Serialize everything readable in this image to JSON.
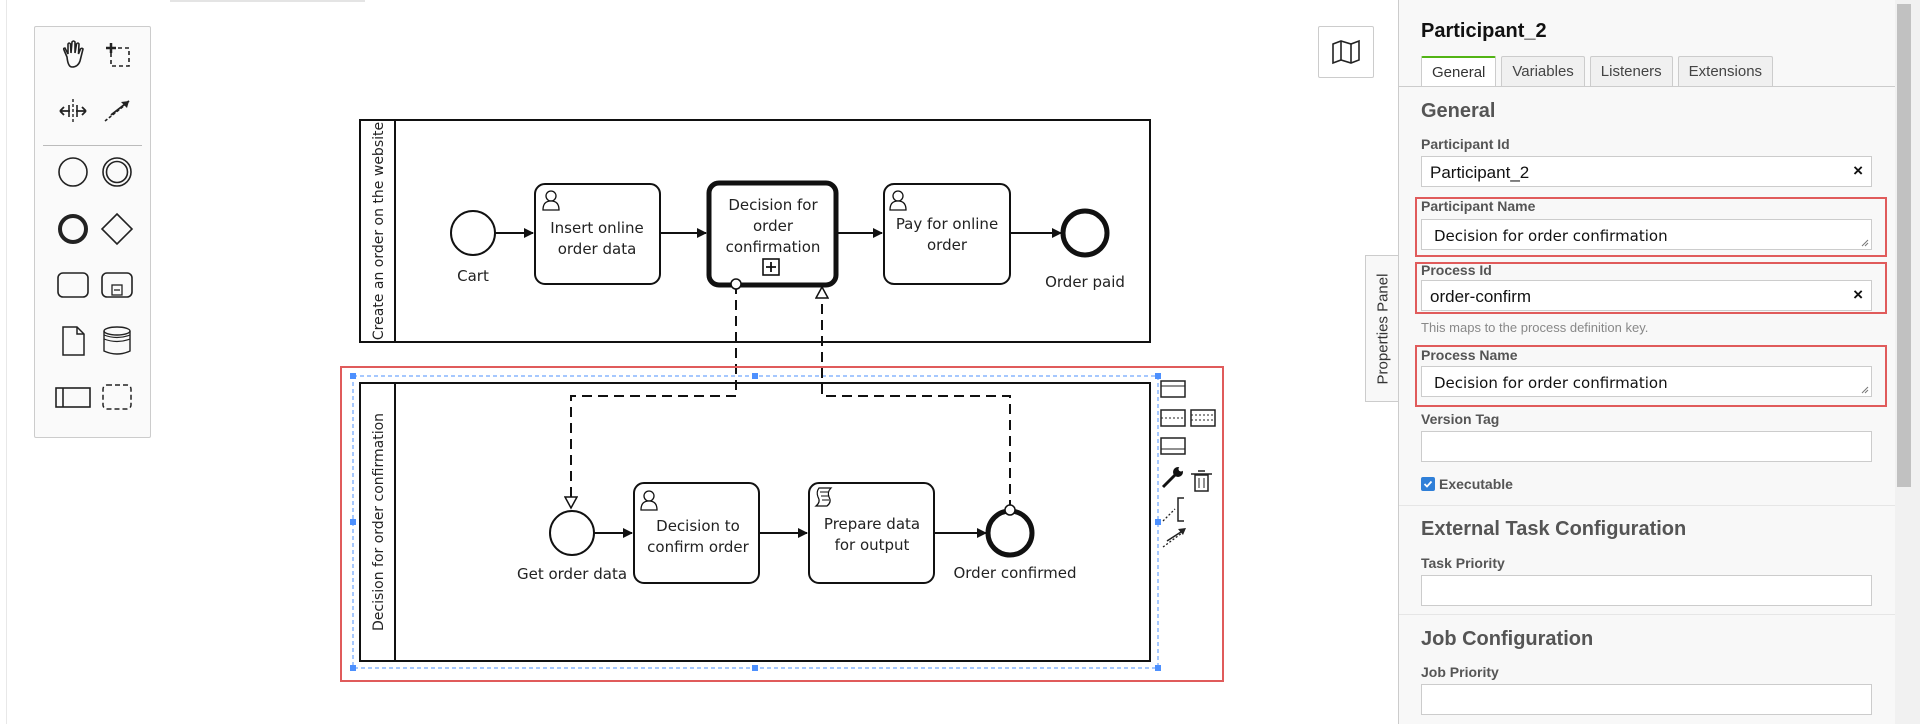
{
  "palette": {
    "tools": [
      {
        "name": "hand-tool",
        "icon": "hand-icon"
      },
      {
        "name": "lasso-tool",
        "icon": "lasso-icon"
      },
      {
        "name": "space-tool",
        "icon": "space-icon"
      },
      {
        "name": "global-connect-tool",
        "icon": "connect-icon"
      },
      {
        "name": "start-event",
        "icon": "start-event-icon"
      },
      {
        "name": "intermediate-event",
        "icon": "intermediate-event-icon"
      },
      {
        "name": "end-event",
        "icon": "end-event-icon"
      },
      {
        "name": "gateway",
        "icon": "gateway-icon"
      },
      {
        "name": "task",
        "icon": "task-icon"
      },
      {
        "name": "subprocess",
        "icon": "subprocess-icon"
      },
      {
        "name": "data-object",
        "icon": "data-object-icon"
      },
      {
        "name": "data-store",
        "icon": "data-store-icon"
      },
      {
        "name": "pool",
        "icon": "pool-icon"
      },
      {
        "name": "group",
        "icon": "group-icon"
      }
    ]
  },
  "diagram": {
    "pool1": {
      "label": "Create an order on the website",
      "cart": "Cart",
      "insert": [
        "Insert online",
        "order data"
      ],
      "decision": [
        "Decision for",
        "order",
        "confirmation"
      ],
      "pay": [
        "Pay for online",
        "order"
      ],
      "paid": "Order paid"
    },
    "pool2": {
      "label": "Decision for order confirmation",
      "get": "Get order data",
      "decide": [
        "Decision to",
        "confirm order"
      ],
      "prepare": [
        "Prepare data",
        "for output"
      ],
      "confirmed": "Order confirmed"
    }
  },
  "properties_toggle": "Properties Panel",
  "panel": {
    "title": "Participant_2",
    "tabs": [
      "General",
      "Variables",
      "Listeners",
      "Extensions"
    ],
    "active_tab": "General",
    "general_title": "General",
    "participant_id_label": "Participant Id",
    "participant_id": "Participant_2",
    "participant_name_label": "Participant Name",
    "participant_name": "Decision for order confirmation",
    "process_id_label": "Process Id",
    "process_id": "order-confirm",
    "process_id_hint": "This maps to the process definition key.",
    "process_name_label": "Process Name",
    "process_name": "Decision for order confirmation",
    "version_tag_label": "Version Tag",
    "version_tag": "",
    "executable_label": "Executable",
    "executable": true,
    "ext_task_title": "External Task Configuration",
    "task_priority_label": "Task Priority",
    "task_priority": "",
    "job_title": "Job Configuration",
    "job_priority_label": "Job Priority",
    "job_priority": "",
    "clear_symbol": "×"
  },
  "colors": {
    "highlight": "#e05b5b",
    "selection": "#4d90fe",
    "checkbox": "#2f7fd8",
    "tab_accent": "#52b415"
  }
}
